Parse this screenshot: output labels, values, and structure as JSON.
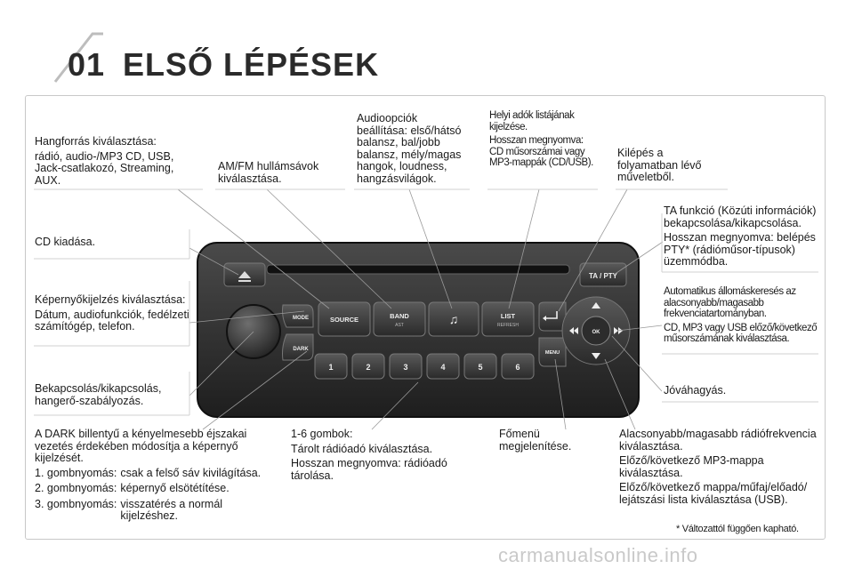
{
  "header": {
    "chapter": "01",
    "title": "ELSŐ LÉPÉSEK"
  },
  "labels": {
    "source": [
      "Hangforrás kiválasztása:",
      "rádió, audio-/MP3 CD, USB, Jack-csatlakozó, Streaming, AUX."
    ],
    "band": [
      "AM/FM hullámsávok kiválasztása."
    ],
    "audio": [
      "Audioopciók beállítása: első/hátsó balansz, bal/jobb balansz, mély/magas hangok, loudness, hangzásvilágok."
    ],
    "list": [
      "Helyi adók listájának kijelzése.",
      "Hosszan megnyomva: CD műsorszámai vagy MP3-mappák (CD/USB)."
    ],
    "back": [
      "Kilépés a folyamatban lévő műveletből."
    ],
    "ta": [
      "TA funkció (Közúti információk) bekapcsolása/kikapcsolása.",
      "Hosszan megnyomva: belépés PTY* (rádióműsor-típusok) üzemmódba."
    ],
    "auto": [
      "Automatikus állomáskeresés az alacsonyabb/magasabb frekvenciatartományban.",
      "CD, MP3 vagy USB előző/következő műsorszámának kiválasztása."
    ],
    "eject": [
      "CD kiadása."
    ],
    "mode": [
      "Képernyőkijelzés kiválasztása:",
      "Dátum, audiofunkciók, fedélzeti számítógép, telefon."
    ],
    "power": [
      "Bekapcsolás/kikapcsolás, hangerő-szabályozás."
    ],
    "ok": [
      "Jóváhagyás."
    ],
    "dark": {
      "intro": "A DARK billentyű a kényelmesebb éjszakai vezetés érdekében módosítja a képernyő kijelzését.",
      "items": [
        {
          "k": "1. gombnyomás:",
          "v": "csak a felső sáv kivilágítása."
        },
        {
          "k": "2. gombnyomás:",
          "v": "képernyő elsötétítése."
        },
        {
          "k": "3. gombnyomás:",
          "v": "visszatérés a normál kijelzéshez."
        }
      ]
    },
    "presets": [
      "1-6 gombok:",
      "Tárolt rádióadó kiválasztása.",
      "Hosszan megnyomva: rádióadó tárolása."
    ],
    "menu": [
      "Főmenü megjelenítése."
    ],
    "freq": [
      "Alacsonyabb/magasabb rádiófrekvencia kiválasztása.",
      "Előző/következő MP3-mappa kiválasztása.",
      "Előző/következő mappa/műfaj/előadó/ lejátszási lista kiválasztása (USB)."
    ]
  },
  "footnote": {
    "star": "*",
    "text": "Változattól függően kapható."
  },
  "radio": {
    "source": "SOURCE",
    "band": "BAND",
    "band_sub": "AST",
    "list": "LIST",
    "list_sub": "REFRESH",
    "ta": "TA / PTY",
    "mode": "MODE",
    "dark": "DARK",
    "menu": "MENU",
    "ok": "OK",
    "presets": [
      "1",
      "2",
      "3",
      "4",
      "5",
      "6"
    ]
  },
  "icons": {
    "eject": "eject-icon",
    "audio": "music-note-icon",
    "back": "return-arrow-icon",
    "up": "triangle-up-icon",
    "down": "triangle-down-icon",
    "prev": "rewind-icon",
    "next": "fast-forward-icon"
  },
  "watermark": "carmanualsonline.info"
}
